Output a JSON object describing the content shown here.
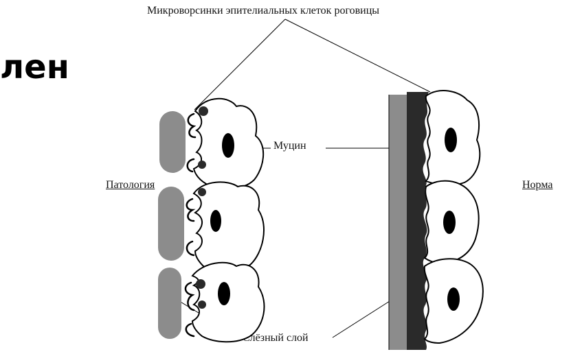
{
  "heading": "лен",
  "labels": {
    "top": "Микроворсинки эпителиальных клеток роговицы",
    "mucin": "Муцин",
    "tear_layer": "Слёзный слой",
    "pathology": "Патология",
    "norm": "Норма"
  },
  "colors": {
    "tear_layer": "#8c8c8c",
    "mucin": "#2a2a2a",
    "cell_outline": "#000000",
    "nucleus": "#000000"
  }
}
